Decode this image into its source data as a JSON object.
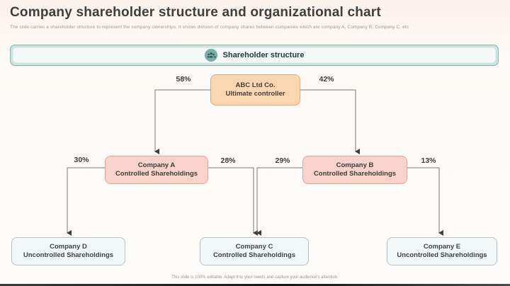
{
  "slide": {
    "title": "Company shareholder structure and organizational chart",
    "subtitle": "The slide carries a shareholder structure to represent the company ownerships. It shows division of company shares between companies which are company A, Company B, Company C, etc",
    "footer": "This slide is 100% editable. Adapt it to your needs and capture your audience's attention."
  },
  "banner": {
    "label": "Shareholder structure",
    "icon": "people-group-icon"
  },
  "chart": {
    "type": "org-chart",
    "root": {
      "name": "ABC Ltd Co.",
      "subtitle": "Ultimate controller"
    },
    "level2": [
      {
        "name": "Company A",
        "subtitle": "Controlled Shareholdings"
      },
      {
        "name": "Company B",
        "subtitle": "Controlled Shareholdings"
      }
    ],
    "level3": [
      {
        "name": "Company D",
        "subtitle": "Uncontrolled Shareholdings"
      },
      {
        "name": "Company C",
        "subtitle": "Controlled Shareholdings"
      },
      {
        "name": "Company E",
        "subtitle": "Uncontrolled Shareholdings"
      }
    ],
    "edges": [
      {
        "from": "ABC Ltd Co.",
        "to": "Company A",
        "share": "58%"
      },
      {
        "from": "ABC Ltd Co.",
        "to": "Company B",
        "share": "42%"
      },
      {
        "from": "Company A",
        "to": "Company D",
        "share": "30%"
      },
      {
        "from": "Company A",
        "to": "Company C",
        "share": "28%"
      },
      {
        "from": "Company B",
        "to": "Company C",
        "share": "29%"
      },
      {
        "from": "Company B",
        "to": "Company E",
        "share": "13%"
      }
    ]
  },
  "colors": {
    "root_fill": "#fbd6b2",
    "root_border": "#dda87c",
    "level2_fill": "#f9d2cb",
    "level2_border": "#e2a49b",
    "level3_fill": "#f3f8f8",
    "level3_border": "#b7c3c5",
    "banner_fill": "#cfe2e0",
    "banner_border": "#88b7b4",
    "icon_teal": "#7aaeab",
    "connector": "#7c7c7c"
  }
}
